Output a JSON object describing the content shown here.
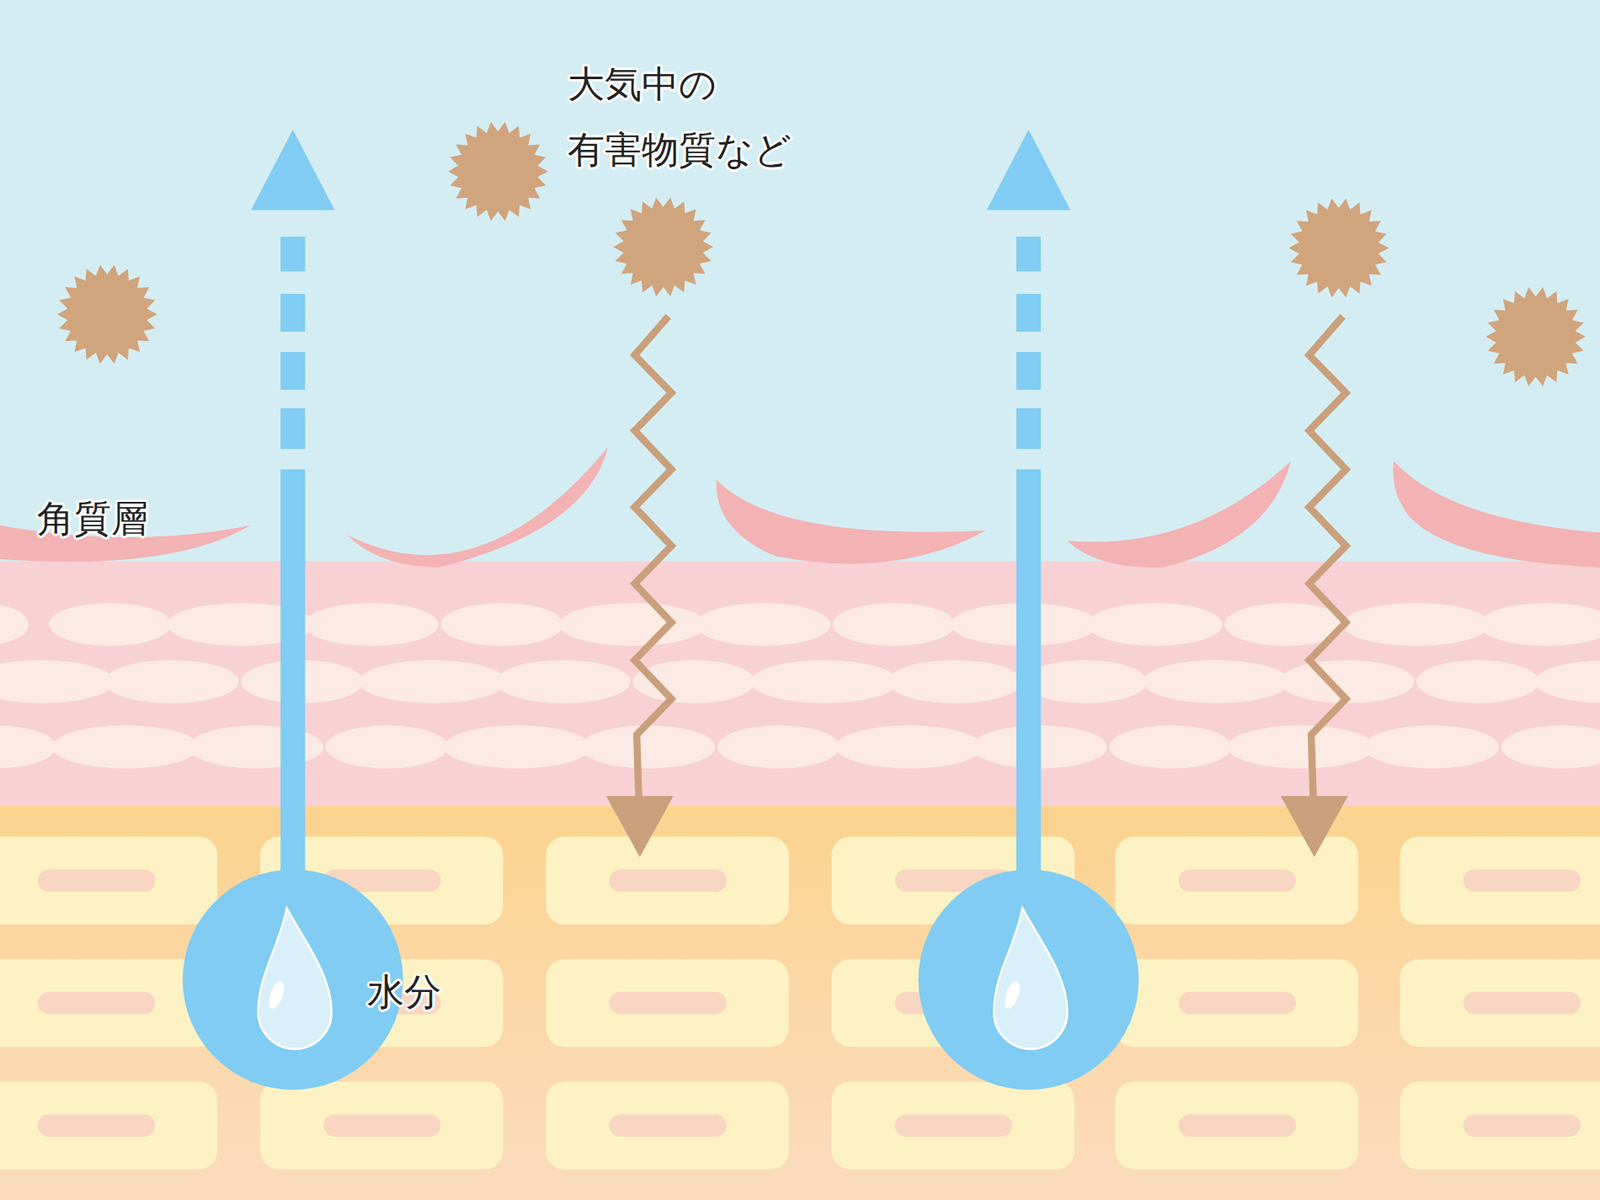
{
  "diagram": {
    "labels": [
      "大気中の 有害物質など",
      "角質層",
      "水分"
    ]
  }
}
